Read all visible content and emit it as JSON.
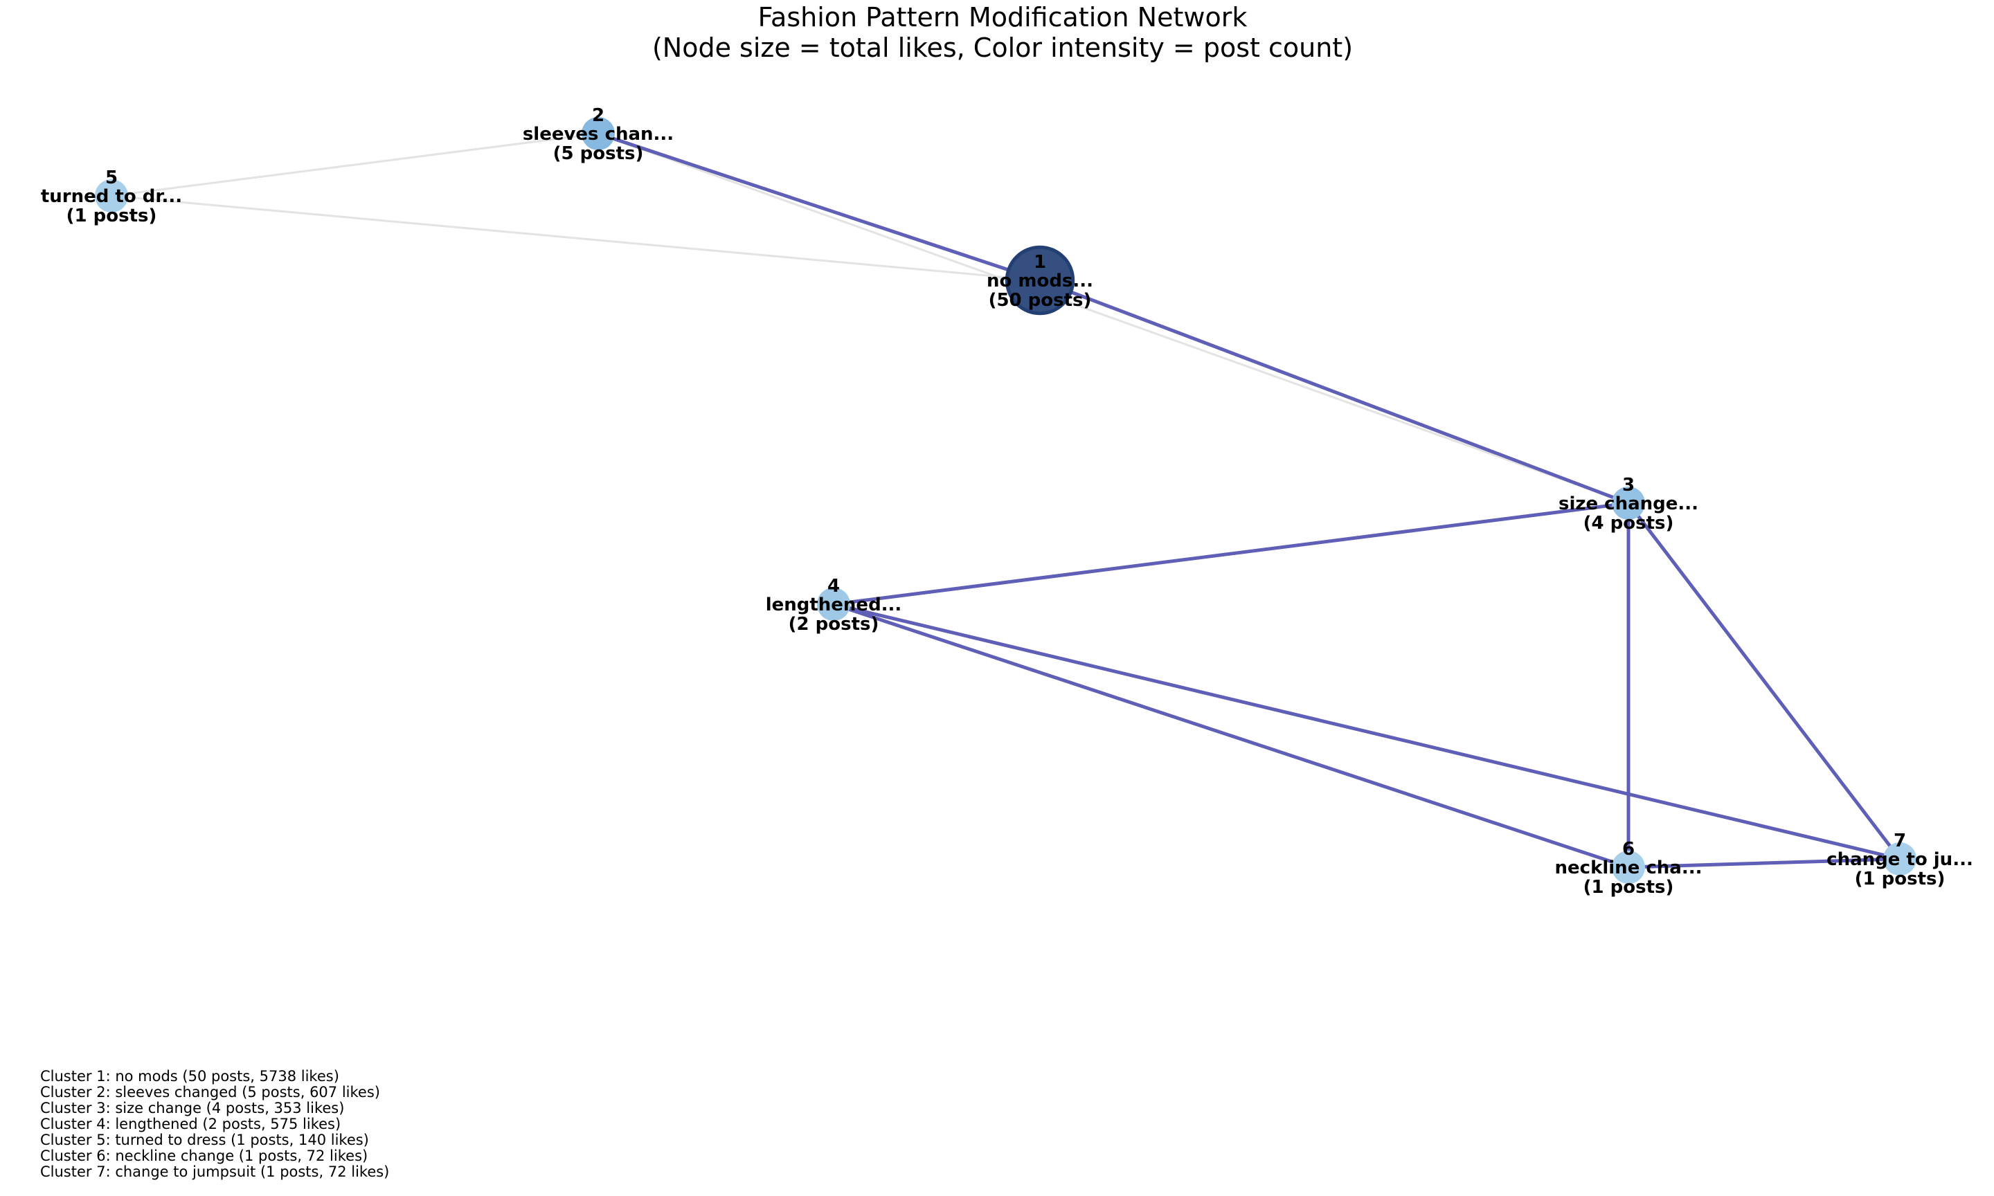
{
  "figure": {
    "title": "Fashion Pattern Modification Network",
    "subtitle": "(Node size = total likes, Color intensity = post count)"
  },
  "chart_data": {
    "type": "network",
    "nodes": [
      {
        "id": "1",
        "short_label": "no mods...",
        "posts_label": "(50 posts)",
        "posts": 50,
        "likes": 5738,
        "color": "#344f80"
      },
      {
        "id": "2",
        "short_label": "sleeves chan...",
        "posts_label": "(5 posts)",
        "posts": 5,
        "likes": 607,
        "color": "#87b9e0"
      },
      {
        "id": "3",
        "short_label": "size change...",
        "posts_label": "(4 posts)",
        "posts": 4,
        "likes": 353,
        "color": "#94c2e4"
      },
      {
        "id": "4",
        "short_label": "lengthened...",
        "posts_label": "(2 posts)",
        "posts": 2,
        "likes": 575,
        "color": "#9ec8e6"
      },
      {
        "id": "5",
        "short_label": "turned to dr...",
        "posts_label": "(1 posts)",
        "posts": 1,
        "likes": 140,
        "color": "#a9d0ea"
      },
      {
        "id": "6",
        "short_label": "neckline cha...",
        "posts_label": "(1 posts)",
        "posts": 1,
        "likes": 72,
        "color": "#a9d0ea"
      },
      {
        "id": "7",
        "short_label": "change to ju...",
        "posts_label": "(1 posts)",
        "posts": 1,
        "likes": 72,
        "color": "#a9d0ea"
      }
    ],
    "edges": [
      {
        "source": "5",
        "target": "2",
        "style": "weak"
      },
      {
        "source": "5",
        "target": "1",
        "style": "weak"
      },
      {
        "source": "2",
        "target": "3",
        "style": "weak"
      },
      {
        "source": "2",
        "target": "1",
        "style": "strong"
      },
      {
        "source": "1",
        "target": "3",
        "style": "strong"
      },
      {
        "source": "4",
        "target": "3",
        "style": "strong"
      },
      {
        "source": "4",
        "target": "6",
        "style": "strong"
      },
      {
        "source": "4",
        "target": "7",
        "style": "strong"
      },
      {
        "source": "3",
        "target": "6",
        "style": "strong"
      },
      {
        "source": "3",
        "target": "7",
        "style": "strong"
      },
      {
        "source": "6",
        "target": "7",
        "style": "strong"
      }
    ],
    "edge_colors": {
      "strong": "#5f5fb7",
      "weak": "#e3e3e3"
    },
    "node_outline_color": "#233f73"
  },
  "legend": {
    "lines": [
      "Cluster 1: no mods (50 posts, 5738 likes)",
      "Cluster 2: sleeves changed (5 posts, 607 likes)",
      "Cluster 3: size change (4 posts, 353 likes)",
      "Cluster 4: lengthened (2 posts, 575 likes)",
      "Cluster 5: turned to dress (1 posts, 140 likes)",
      "Cluster 6: neckline change (1 posts, 72 likes)",
      "Cluster 7: change to jumpsuit (1 posts, 72 likes)"
    ]
  }
}
